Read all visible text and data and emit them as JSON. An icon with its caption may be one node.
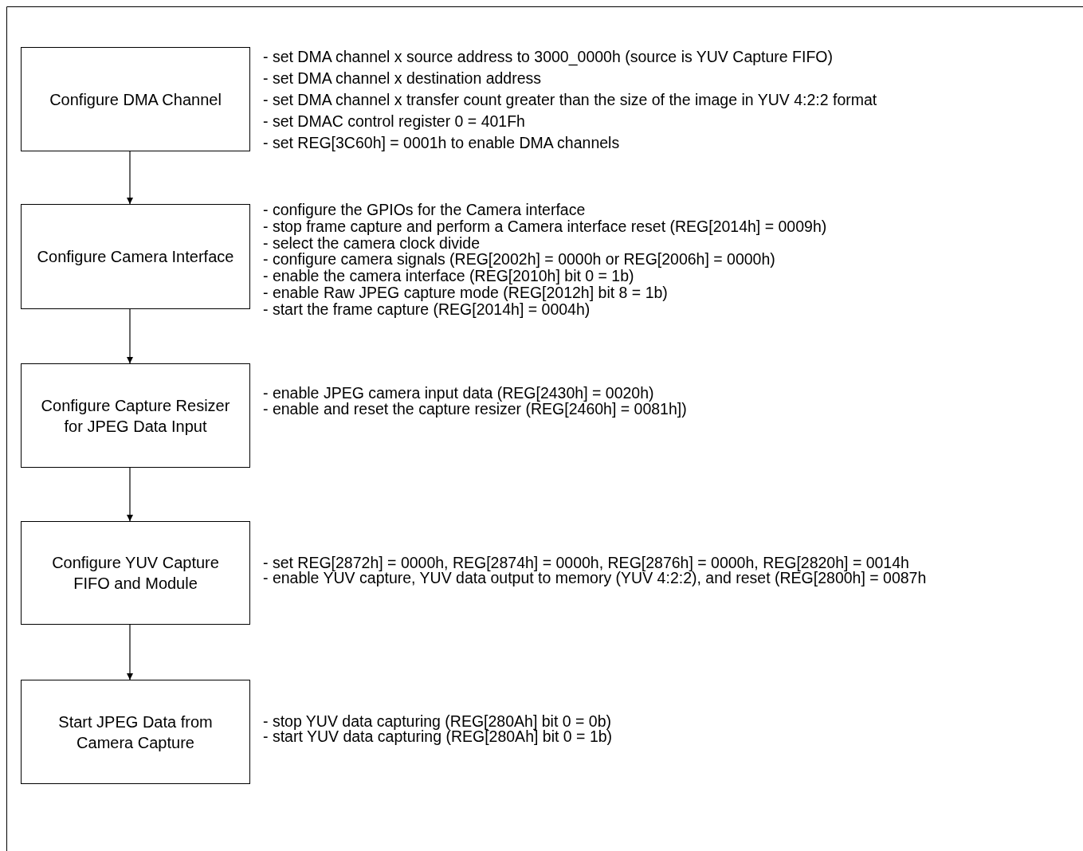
{
  "diagram": {
    "nodes": [
      {
        "text": [
          "Configure DMA Channel"
        ],
        "beside": [
          "- set DMA channel x source address to 3000_0000h (source is YUV Capture FIFO)",
          "- set DMA channel x destination address",
          "- set DMA channel x transfer count greater than the size of the image in YUV 4:2:2 format",
          "- set DMAC control register 0 = 401Fh",
          "- set REG[3C60h] = 0001h to enable DMA channels"
        ]
      },
      {
        "text": [
          "Configure Camera Interface"
        ],
        "beside": [
          "- configure the GPIOs for the Camera interface",
          "- stop frame capture and perform a Camera interface reset (REG[2014h] = 0009h)",
          "- select the camera clock divide",
          "- configure camera signals (REG[2002h] = 0000h or REG[2006h] = 0000h)",
          "- enable the camera interface (REG[2010h] bit 0 = 1b)",
          "- enable Raw JPEG capture mode (REG[2012h] bit 8 = 1b)",
          "- start the frame capture (REG[2014h] = 0004h)"
        ]
      },
      {
        "text": [
          "Configure Capture Resizer for JPEG Data Input"
        ],
        "beside": [
          "- enable JPEG camera input data (REG[2430h] = 0020h)",
          "- enable and reset the capture resizer (REG[2460h] = 0081h])"
        ]
      },
      {
        "text": [
          "Configure YUV Capture FIFO and Module"
        ],
        "beside": [
          "- set REG[2872h] = 0000h, REG[2874h] = 0000h, REG[2876h] = 0000h, REG[2820h] = 0014h",
          "- enable YUV capture, YUV data output to memory (YUV 4:2:2), and reset (REG[2800h] = 0087h"
        ]
      },
      {
        "text": [
          "Start JPEG Data from Camera Capture"
        ],
        "beside": [
          "- stop YUV data capturing (REG[280Ah] bit 0 = 0b)",
          "- start YUV data capturing (REG[280Ah] bit 0 = 1b)"
        ]
      }
    ],
    "edges": [
      {
        "from": 0,
        "to": 1,
        "arrow": "to"
      },
      {
        "from": 1,
        "to": 2,
        "arrow": "to"
      },
      {
        "from": 2,
        "to": 3,
        "arrow": "to"
      },
      {
        "from": 3,
        "to": 4,
        "arrow": "to"
      }
    ]
  }
}
